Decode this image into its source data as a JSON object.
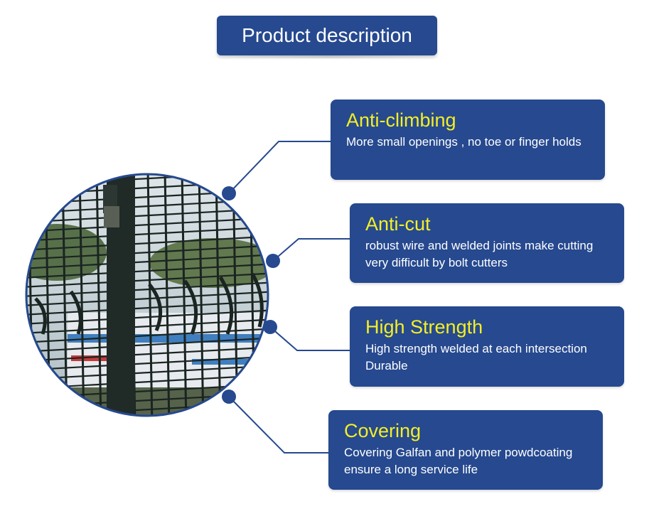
{
  "header": {
    "title": "Product description"
  },
  "features": [
    {
      "title": "Anti-climbing",
      "description": "More small openings , no toe or finger holds"
    },
    {
      "title": "Anti-cut",
      "description": "robust wire and welded joints make cutting very difficult by bolt cutters"
    },
    {
      "title": "High Strength",
      "description": "High strength welded at each intersection Durable"
    },
    {
      "title": "Covering",
      "description": "Covering Galfan and polymer powdcoating ensure a long service life"
    }
  ],
  "colors": {
    "card_background": "#26498f",
    "feature_title": "#f4ef24",
    "connector": "#26498f"
  }
}
